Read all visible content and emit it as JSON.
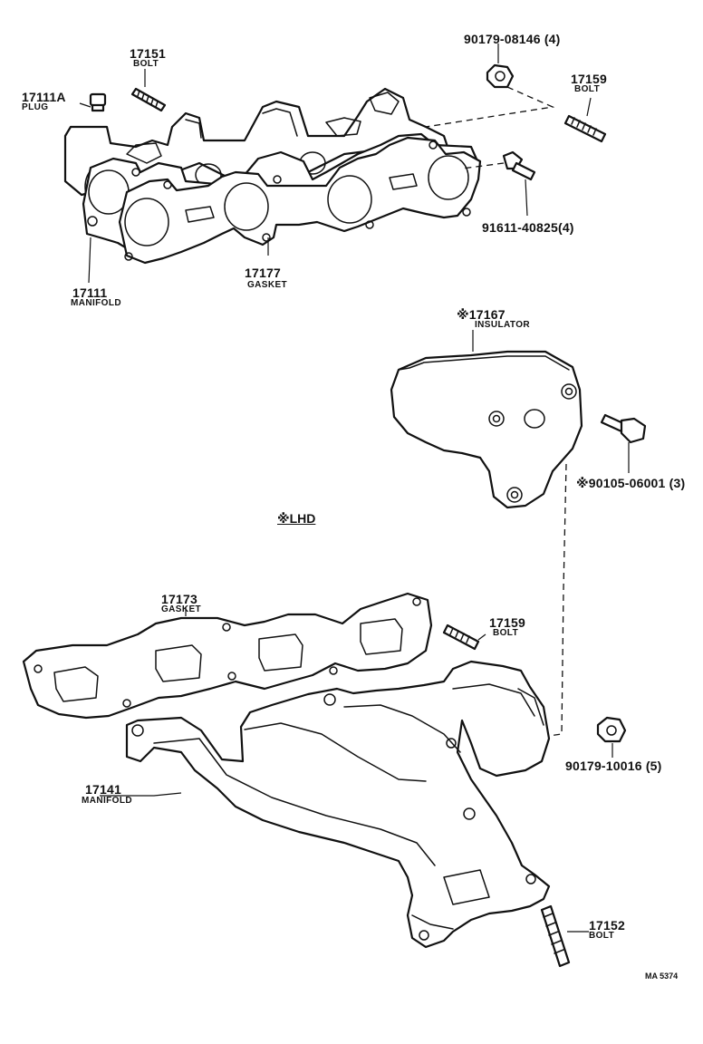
{
  "parts": {
    "plug_17111a": {
      "number": "17111A",
      "name": "PLUG"
    },
    "bolt_17151": {
      "number": "17151",
      "name": "BOLT"
    },
    "nut_90179_08146": {
      "number": "90179-08146 (4)"
    },
    "bolt_17159_top": {
      "number": "17159",
      "name": "BOLT"
    },
    "bolt_91611_40825": {
      "number": "91611-40825(4)"
    },
    "gasket_17177": {
      "number": "17177",
      "name": "GASKET"
    },
    "manifold_17111": {
      "number": "17111",
      "name": "MANIFOLD"
    },
    "insulator_17167": {
      "number": "※17167",
      "name": "INSULATOR"
    },
    "bolt_90105_06001": {
      "number": "※90105-06001 (3)"
    },
    "gasket_17173": {
      "number": "17173",
      "name": "GASKET"
    },
    "bolt_17159_lower": {
      "number": "17159",
      "name": "BOLT"
    },
    "manifold_17141": {
      "number": "17141",
      "name": "MANIFOLD"
    },
    "nut_90179_10016": {
      "number": "90179-10016 (5)"
    },
    "bolt_17152": {
      "number": "17152",
      "name": "BOLT"
    }
  },
  "section_label": "※LHD",
  "drawing_code": "MA 5374"
}
